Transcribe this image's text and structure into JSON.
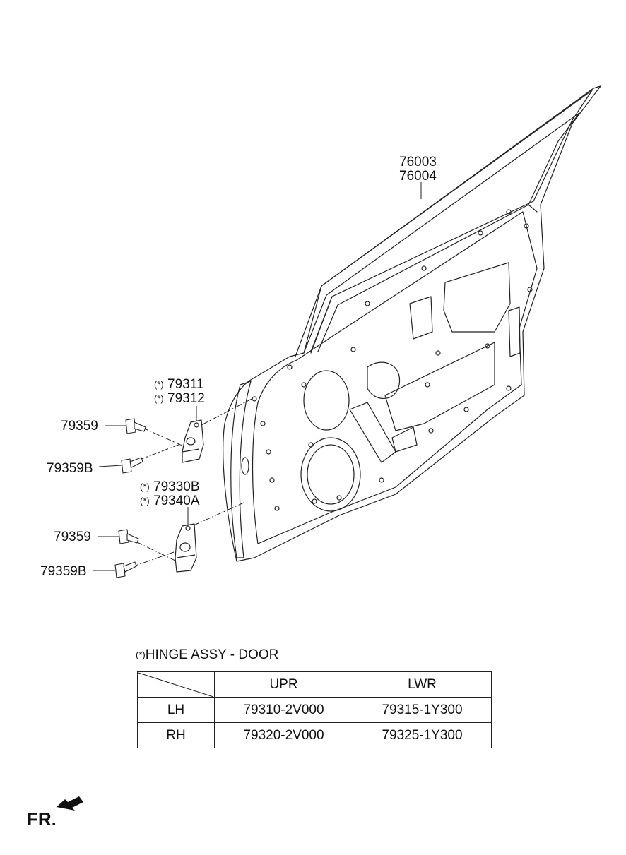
{
  "labels": {
    "door_part_a": "76003",
    "door_part_b": "76004",
    "upper_hinge_a": "79311",
    "upper_hinge_b": "79312",
    "lower_hinge_a": "79330B",
    "lower_hinge_b": "79340A",
    "bolt_upper_1": "79359",
    "bolt_upper_2": "79359B",
    "bolt_lower_1": "79359",
    "bolt_lower_2": "79359B",
    "asterisk": "(*)"
  },
  "legend": {
    "title": "HINGE ASSY - DOOR",
    "columns": [
      "UPR",
      "LWR"
    ],
    "rows": [
      {
        "side": "LH",
        "upr": "79310-2V000",
        "lwr": "79315-1Y300"
      },
      {
        "side": "RH",
        "upr": "79320-2V000",
        "lwr": "79325-1Y300"
      }
    ]
  },
  "direction": {
    "label": "FR."
  }
}
